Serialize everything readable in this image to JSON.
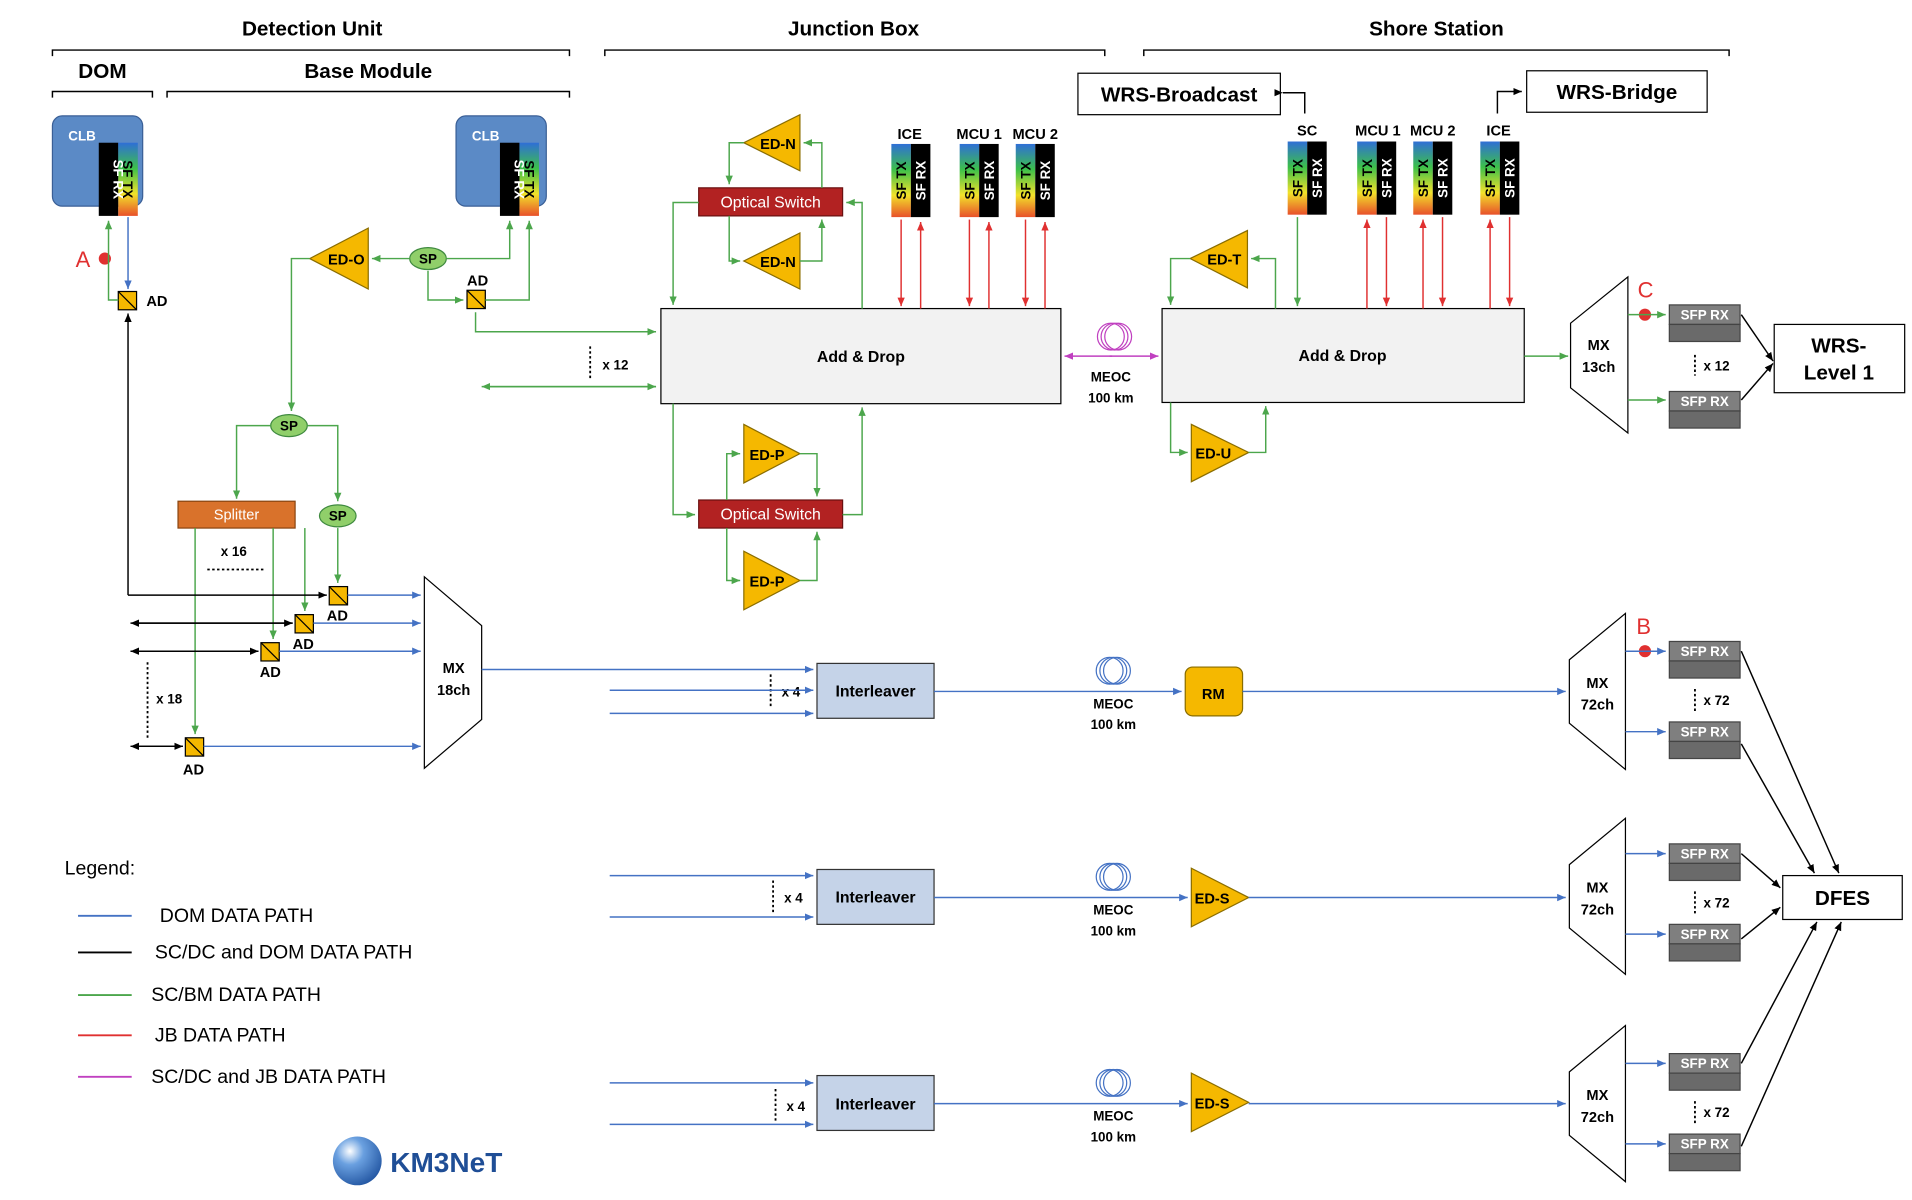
{
  "headers": {
    "detection_unit": "Detection Unit",
    "junction_box": "Junction  Box",
    "shore_station": "Shore Station",
    "dom": "DOM",
    "base_module": "Base Module"
  },
  "blocks": {
    "clb": "CLB",
    "sf_tx": "SF TX",
    "sf_rx": "SF RX",
    "ad": "AD",
    "sp": "SP",
    "ed_o": "ED-O",
    "ed_n": "ED-N",
    "ed_p": "ED-P",
    "ed_t": "ED-T",
    "ed_u": "ED-U",
    "ed_s": "ED-S",
    "rm": "RM",
    "splitter": "Splitter",
    "optical_switch": "Optical Switch",
    "add_drop": "Add & Drop",
    "interleaver": "Interleaver",
    "mx": "MX",
    "mx_18": "18ch",
    "mx_13": "13ch",
    "mx_72": "72ch",
    "sfp_rx": "SFP RX",
    "wrs_broadcast": "WRS-Broadcast",
    "wrs_bridge": "WRS-Bridge",
    "wrs_level1_a": "WRS-",
    "wrs_level1_b": "Level 1",
    "dfes": "DFES",
    "ice": "ICE",
    "mcu1": "MCU 1",
    "mcu2": "MCU 2",
    "sc": "SC",
    "meoc": "MEOC",
    "meoc_len": "100 km"
  },
  "multipliers": {
    "x12": "x 12",
    "x16": "x 16",
    "x18": "x 18",
    "x4": "x 4",
    "x72": "x 72"
  },
  "points": {
    "a": "A",
    "b": "B",
    "c": "C"
  },
  "legend": {
    "title": "Legend:",
    "items": [
      {
        "label": "DOM DATA PATH",
        "color": "#4472c4"
      },
      {
        "label": "SC/DC  and DOM DATA PATH",
        "color": "#000000"
      },
      {
        "label": "SC/BM  DATA PATH",
        "color": "#4ca64c"
      },
      {
        "label": "JB  DATA PATH",
        "color": "#e03030"
      },
      {
        "label": "SC/DC  and JB DATA PATH",
        "color": "#c040c0"
      }
    ]
  },
  "logo": {
    "text": "KM3NeT"
  },
  "colors": {
    "blue": "#4472c4",
    "green": "#4ca64c",
    "red": "#e03030",
    "magenta": "#c040c0",
    "amplifier": "#f5b800",
    "clb": "#5b8ac6",
    "switch": "#b22222",
    "splitter": "#d9722b",
    "interleaver": "#c5d3e8",
    "sfp": "#7f7f7f"
  }
}
